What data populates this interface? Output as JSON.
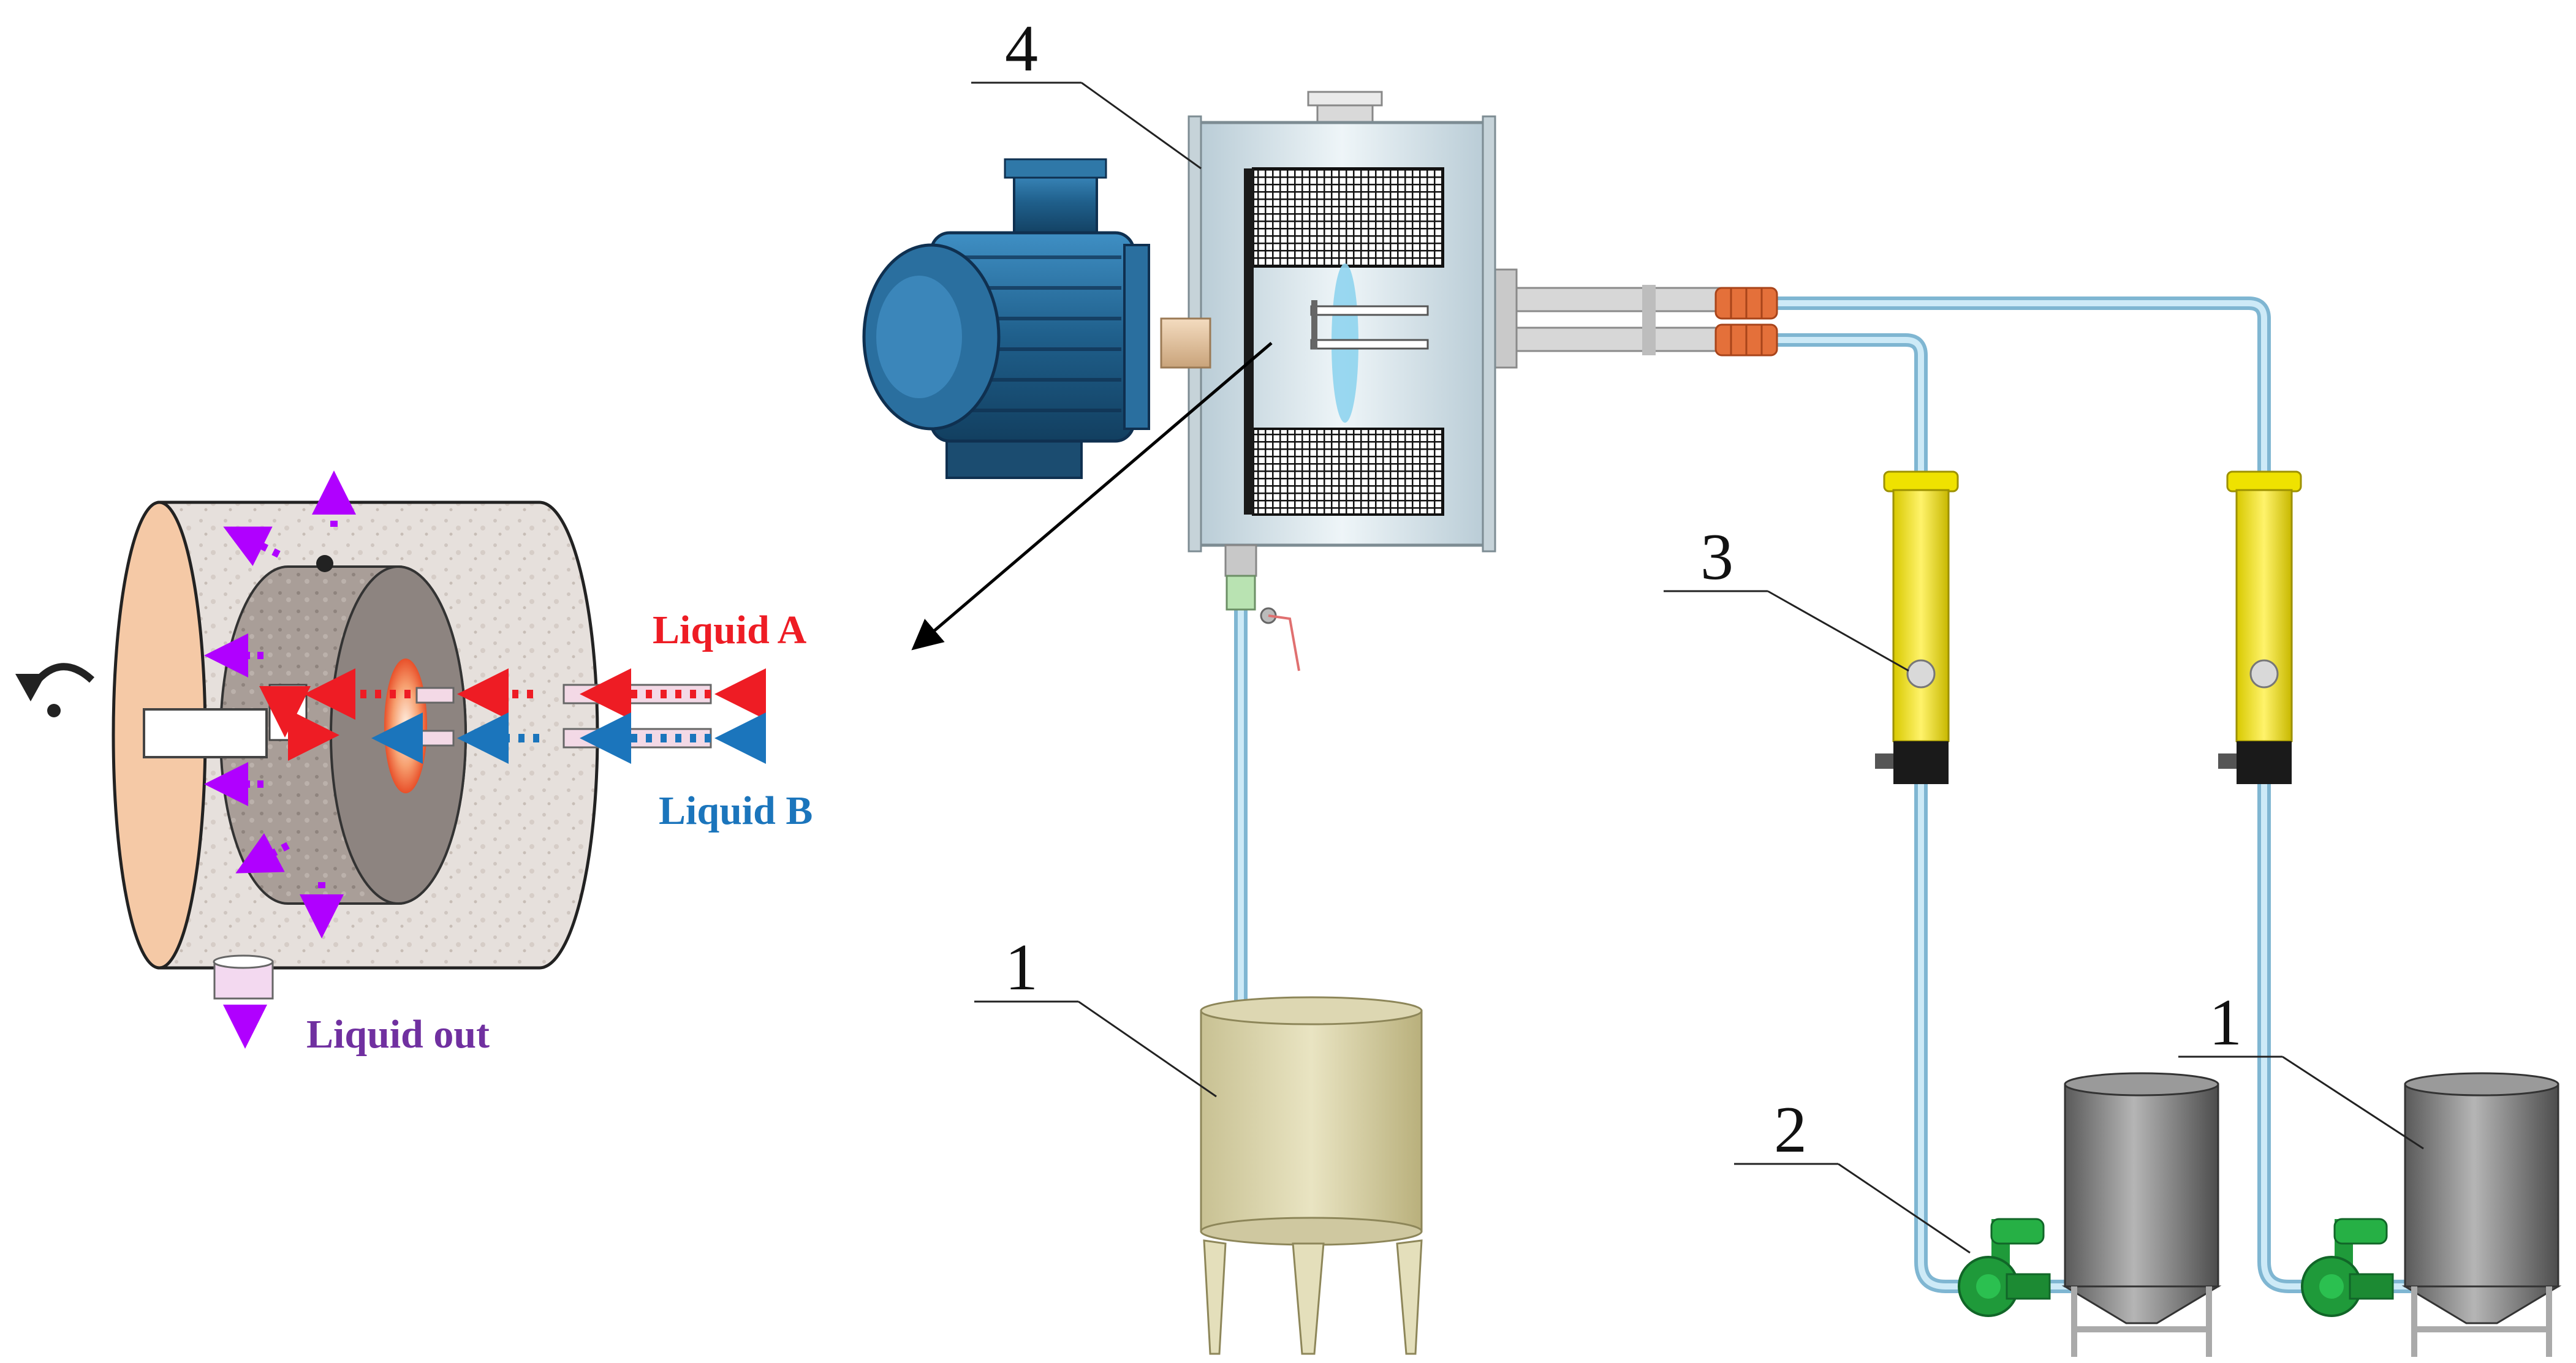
{
  "colors": {
    "liquid_a": "#ee1c24",
    "liquid_b": "#1b75bc",
    "liquid_out": "#7030a0",
    "flow_arrow": "#b000ff",
    "pipe": "#a9d8ef",
    "motor": "#1f5f8b",
    "flowmeter": "#f2e600",
    "pump": "#1f9a3a",
    "tank_steel": "#8c8c8c",
    "tank_cream": "#d6d0a2",
    "casing": "#d9e6ec",
    "coupling": "#e4703a"
  },
  "labels": {
    "liquid_a": "Liquid A",
    "liquid_b": "Liquid B",
    "liquid_out": "Liquid out"
  },
  "callouts": {
    "reactor": "4",
    "flowmeter": "3",
    "pump": "2",
    "tank_product": "1",
    "tank_feed": "1"
  },
  "icons": {
    "rotation": "curved-arrow-icon",
    "motor": "electric-motor-icon",
    "valve": "drain-valve-icon"
  }
}
